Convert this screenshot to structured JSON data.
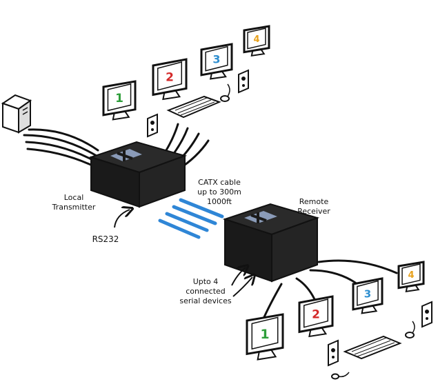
{
  "labels": {
    "local_line1": "Local",
    "local_line2": "Transmitter",
    "rs232": "RS232",
    "cable_line1": "CATX cable",
    "cable_line2": "up to 300m",
    "cable_line3": "1000ft",
    "remote_line1": "Remote",
    "remote_line2": "Receiver",
    "serial_line1": "Upto 4",
    "serial_line2": "connected",
    "serial_line3": "serial devices"
  },
  "local_monitors": [
    "1",
    "2",
    "3",
    "4"
  ],
  "remote_monitors": [
    "1",
    "2",
    "3",
    "4"
  ],
  "colors": {
    "monitor_1": "#2e9e3a",
    "monitor_2": "#d42a2a",
    "monitor_3": "#2f8fd0",
    "monitor_4": "#e8a21e",
    "cable_blue": "#2f86d6",
    "box_dark": "#1f1f1f"
  }
}
